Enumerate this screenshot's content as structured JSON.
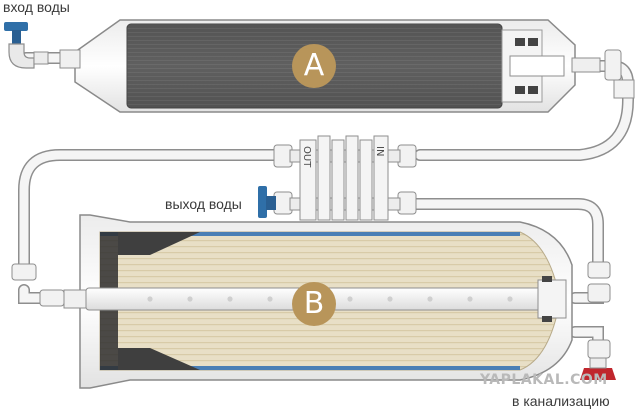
{
  "labels": {
    "water_in": "вход воды",
    "water_out": "выход воды",
    "to_drain": "в канализацию"
  },
  "filters": {
    "a_badge": "A",
    "b_badge": "B"
  },
  "flow_block": {
    "out_tag": "OUT",
    "in_tag": "IN"
  },
  "watermark": "YAPLAKAL.COM",
  "colors": {
    "badge": "#b8955a",
    "valve": "#2f6fa8",
    "drain_cap": "#c0262d",
    "tube": "#f4f4f4",
    "tube_outline": "#9a9a9a",
    "cartridge_dark": "#5b5b5b",
    "membrane": "#e6dcc3"
  },
  "icons": [
    "valve-handle-icon",
    "drain-cap-icon"
  ]
}
